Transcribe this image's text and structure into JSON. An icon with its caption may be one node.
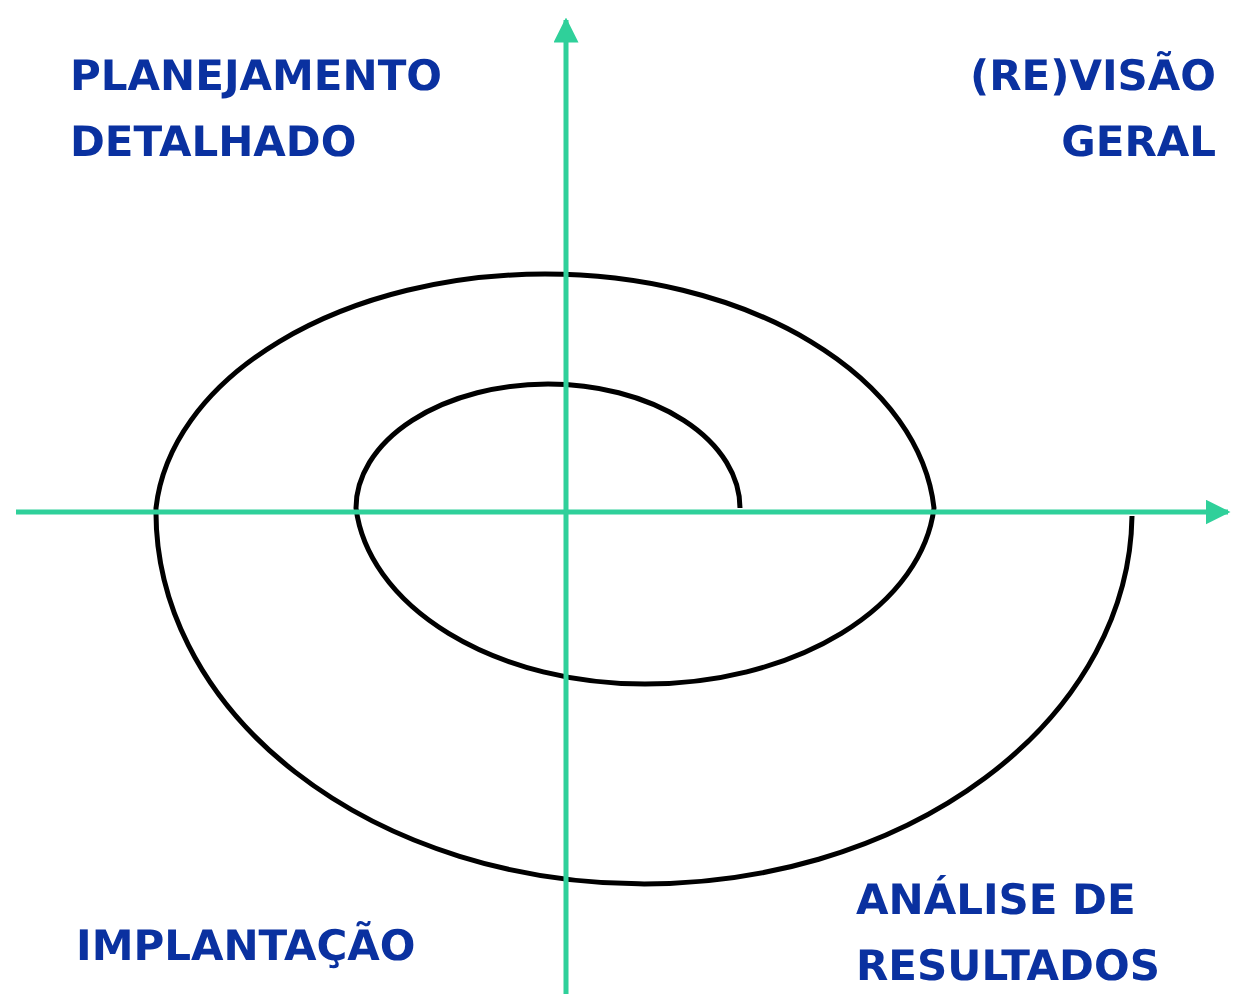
{
  "diagram": {
    "labels": [
      "PLANEJAMENTO DETALHADO",
      "(RE)VISÃO GERAL",
      "IMPLANTAÇÃO",
      "ANÁLISE DE RESULTADOS"
    ]
  }
}
